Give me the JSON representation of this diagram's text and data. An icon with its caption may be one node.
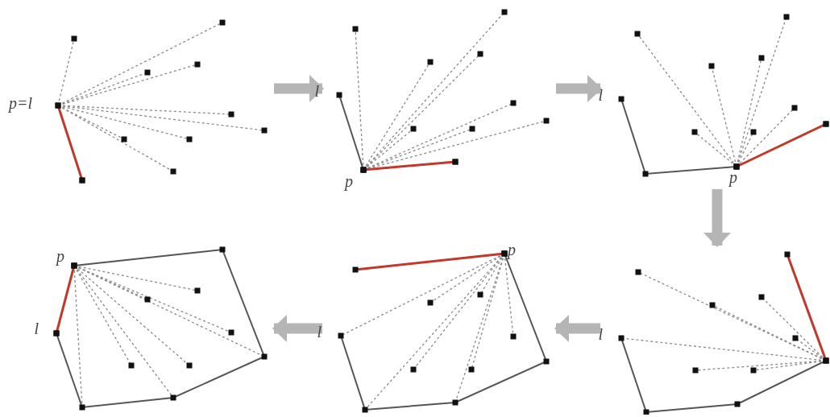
{
  "diagram": {
    "nodes": [
      {
        "text": [],
        "shape": "picture"
      },
      {
        "text": [],
        "shape": "picture"
      },
      {
        "text": [],
        "shape": "picture"
      },
      {
        "text": [],
        "shape": "picture"
      },
      {
        "text": [],
        "shape": "picture"
      },
      {
        "text": [],
        "shape": "picture"
      }
    ],
    "edges": [
      {
        "from": 0,
        "to": 1,
        "arrow": "to"
      },
      {
        "from": 1,
        "to": 2,
        "arrow": "to"
      },
      {
        "from": 2,
        "to": 5,
        "arrow": "to"
      },
      {
        "from": 5,
        "to": 4,
        "arrow": "to"
      },
      {
        "from": 4,
        "to": 3,
        "arrow": "to"
      }
    ],
    "labels": [
      "p=l",
      "l",
      "p",
      "l",
      "p",
      "p",
      "l",
      "l",
      "p",
      "l"
    ]
  }
}
